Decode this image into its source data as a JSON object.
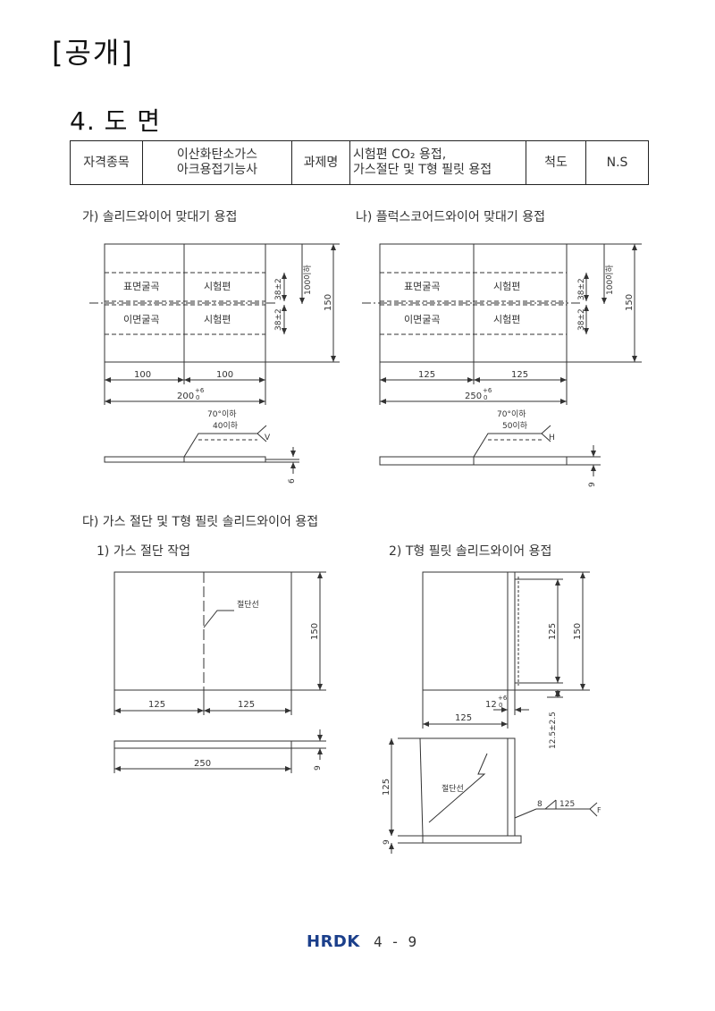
{
  "header_tag": "[공개]",
  "section_title": "4. 도 면",
  "info_table": {
    "label_qualification": "자격종목",
    "qualification_line1": "이산화탄소가스",
    "qualification_line2": "아크용접기능사",
    "label_task": "과제명",
    "task_line1": "시험편 CO₂ 용접,",
    "task_line2": "가스절단 및 T형 필릿 용접",
    "label_scale": "척도",
    "scale_value": "N.S"
  },
  "caption_ga": "가) 솔리드와이어 맞대기 용접",
  "caption_na": "나) 플럭스코어드와이어 맞대기 용접",
  "caption_da": "다) 가스 절단 및 T형 필릿 솔리드와이어 용접",
  "caption_da1": "1) 가스 절단 작업",
  "caption_da2": "2) T형 필릿 솔리드와이어 용접",
  "drawing_ga": {
    "label_surface": "표면굴곡",
    "label_back": "이면굴곡",
    "label_specimen_top": "시험편",
    "label_specimen_bottom": "시험편",
    "dim_38_top": "38±2",
    "dim_38_bottom": "38±2",
    "dim_100_below": "100이하",
    "dim_150": "150",
    "dim_left": "100",
    "dim_right": "100",
    "dim_total": "200",
    "dim_total_tol_plus": "+6",
    "dim_total_tol_zero": "0",
    "weld_angle": "70°이하",
    "weld_depth": "40이하",
    "weld_symbol": "V",
    "thickness": "6"
  },
  "drawing_na": {
    "label_surface": "표면굴곡",
    "label_back": "이면굴곡",
    "label_specimen_top": "시험편",
    "label_specimen_bottom": "시험편",
    "dim_38_top": "38±2",
    "dim_38_bottom": "38±2",
    "dim_100_below": "100이하",
    "dim_150": "150",
    "dim_left": "125",
    "dim_right": "125",
    "dim_total": "250",
    "dim_total_tol_plus": "+6",
    "dim_total_tol_zero": "0",
    "weld_angle": "70°이하",
    "weld_depth": "50이하",
    "weld_symbol": "H",
    "thickness": "9"
  },
  "drawing_cut": {
    "cut_line_label": "절단선",
    "dim_150": "150",
    "dim_left": "125",
    "dim_right": "125",
    "dim_total": "250",
    "thickness": "9"
  },
  "drawing_tfillet": {
    "dim_125_inner": "125",
    "dim_150": "150",
    "dim_12": "12",
    "dim_12_tol_plus": "+6",
    "dim_12_tol_zero": "0",
    "dim_125_bottom": "125",
    "dim_12_5": "12.5±2.5",
    "cut_line_label": "절단선",
    "dim_125_side": "125",
    "thickness": "9",
    "weld_leg": "8",
    "weld_length": "125",
    "weld_code": "F"
  },
  "footer": {
    "logo": "HRDK",
    "page": "4 - 9"
  }
}
